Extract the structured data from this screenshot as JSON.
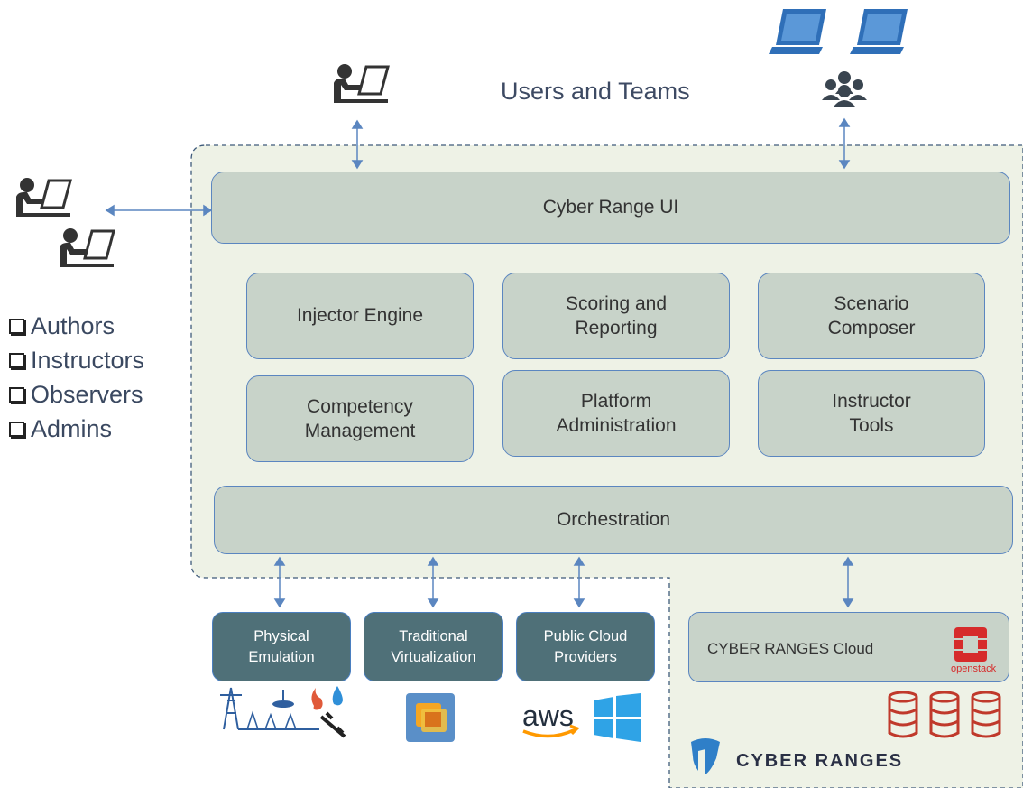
{
  "header": {
    "title": "Users and Teams"
  },
  "roles": [
    {
      "label": "Authors"
    },
    {
      "label": "Instructors"
    },
    {
      "label": "Observers"
    },
    {
      "label": "Admins"
    }
  ],
  "components": {
    "ui": "Cyber Range UI",
    "injector": "Injector Engine",
    "scoring": "Scoring and\nReporting",
    "composer": "Scenario\nComposer",
    "competency": "Competency\nManagement",
    "platform": "Platform\nAdministration",
    "instructor_tools": "Instructor\nTools",
    "orchestration": "Orchestration"
  },
  "providers": {
    "physical": "Physical\nEmulation",
    "traditional": "Traditional\nVirtualization",
    "public_cloud": "Public Cloud\nProviders"
  },
  "cloud": {
    "label": "CYBER RANGES Cloud",
    "openstack_logo_text": "openstack"
  },
  "logos": {
    "aws_text": "aws",
    "brand": "CYBER RANGES"
  },
  "colors": {
    "panel": "#eef2e6",
    "box": "#c8d3c9",
    "provider": "#4f7078",
    "arrow": "#5b86c0",
    "openstack": "#d62b2b"
  }
}
